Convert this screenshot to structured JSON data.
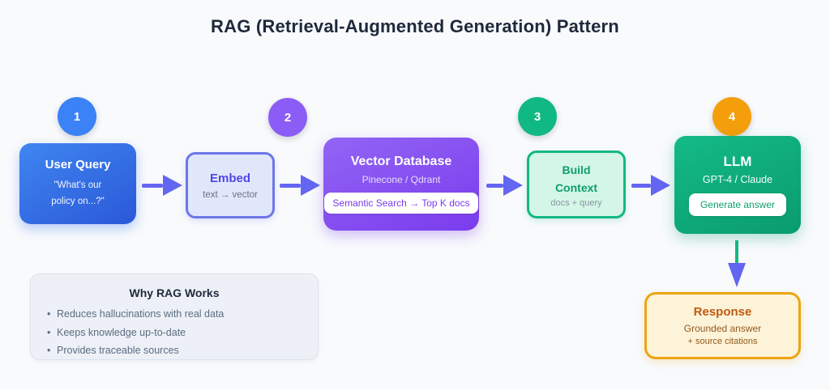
{
  "title": "RAG (Retrieval-Augmented Generation) Pattern",
  "steps": [
    {
      "number": "1",
      "color": "#3b82f6"
    },
    {
      "number": "2",
      "color": "#8b5cf6"
    },
    {
      "number": "3",
      "color": "#10b981"
    },
    {
      "number": "4",
      "color": "#f59e0b"
    }
  ],
  "flow": {
    "user_query": {
      "title": "User Query",
      "subtitle": "\"What's our policy on...?\""
    },
    "embed": {
      "title": "Embed",
      "subtitle": "text → vector"
    },
    "vector_database": {
      "title": "Vector Database",
      "subtitle": "Pinecone / Qdrant",
      "badge": "Semantic Search → Top K docs"
    },
    "build_context": {
      "title": "Build Context",
      "subtitle": "docs + query"
    },
    "llm": {
      "title": "LLM",
      "subtitle": "GPT-4 / Claude",
      "badge": "Generate answer"
    }
  },
  "response": {
    "title": "Response",
    "line1": "Grounded answer",
    "line2": "+ source citations"
  },
  "info_panel": {
    "title": "Why RAG Works",
    "bullets": [
      "Reduces hallucinations with real data",
      "Keeps knowledge up-to-date",
      "Provides traceable sources"
    ]
  },
  "colors": {
    "background": "#f8fafc",
    "title_text": "#1e293b",
    "arrow": "#6366f1",
    "vertical_arrow_stem": "#10b981",
    "step1": "#3b82f6",
    "step2": "#8b5cf6",
    "step3": "#10b981",
    "step4": "#f59e0b",
    "user_query_fill": "#2f6ae3",
    "embed_border": "#6d76e8",
    "vector_db_fill": "#8450f1",
    "build_context_border": "#13b880",
    "llm_fill": "#0fab7a",
    "response_border": "#eca413"
  }
}
